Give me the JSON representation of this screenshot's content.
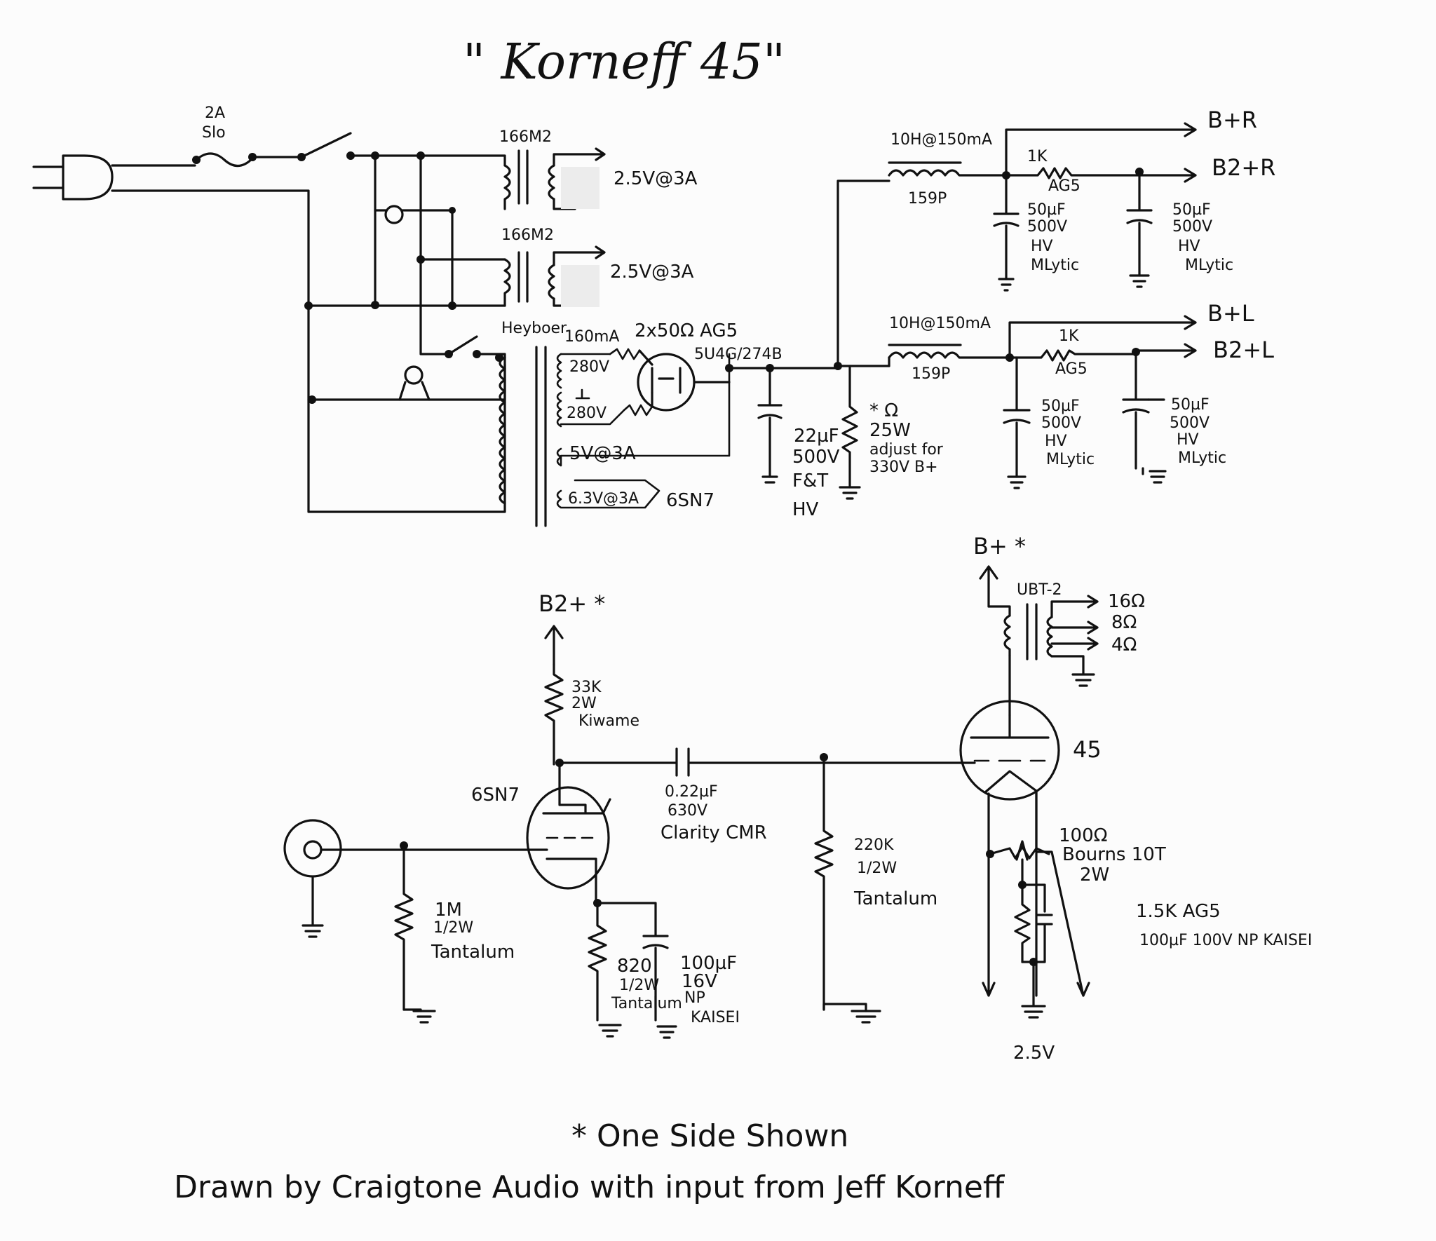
{
  "title": "\" Korneff 45\"",
  "power_supply": {
    "fuse": [
      "2A",
      "Slo"
    ],
    "filament_xfmr_1": {
      "part": "166M2",
      "output": "2.5V@3A"
    },
    "filament_xfmr_2": {
      "part": "166M2",
      "output": "2.5V@3A"
    },
    "power_xfmr": {
      "brand": "Heyboer",
      "rating": "160mA",
      "secondaries": [
        "280V",
        "280V",
        "5V@3A",
        "6.3V@3A"
      ],
      "heater_load": "6SN7"
    },
    "rectifier": {
      "resistors": "2x50Ω AG5",
      "tube": "5U4G/274B"
    },
    "first_cap": [
      "22µF",
      "500V",
      "F&T",
      "HV"
    ],
    "bleeder": [
      "* Ω",
      "25W",
      "adjust for",
      "330V B+"
    ],
    "right_channel": {
      "choke_rating": "10H@150mA",
      "choke_part": "159P",
      "cap1": [
        "50µF",
        "500V",
        "HV",
        "MLytic"
      ],
      "resistor": [
        "1K",
        "AG5"
      ],
      "cap2": [
        "50µF",
        "500V",
        "HV",
        "MLytic"
      ],
      "outputs": [
        "B+R",
        "B2+R"
      ]
    },
    "left_channel": {
      "choke_rating": "10H@150mA",
      "choke_part": "159P",
      "cap1": [
        "50µF",
        "500V",
        "HV",
        "MLytic"
      ],
      "resistor": [
        "1K",
        "AG5"
      ],
      "cap2": [
        "50µF",
        "500V",
        "HV",
        "MLytic"
      ],
      "outputs": [
        "B+L",
        "B2+L"
      ]
    }
  },
  "amplifier": {
    "b2_supply": "B2+ *",
    "b_supply": "B+ *",
    "plate_resistor": [
      "33K",
      "2W",
      "Kiwame"
    ],
    "driver_tube": "6SN7",
    "grid_resistor": [
      "1M",
      "1/2W",
      "Tantalum"
    ],
    "cathode_resistor": [
      "820",
      "1/2W",
      "Tantalum"
    ],
    "cathode_cap": [
      "100µF",
      "16V",
      "NP",
      "KAISEI"
    ],
    "coupling_cap": [
      "0.22µF",
      "630V",
      "Clarity CMR"
    ],
    "output_grid_resistor": [
      "220K",
      "1/2W",
      "Tantalum"
    ],
    "output_xfmr": {
      "part": "UBT-2",
      "taps": [
        "16Ω",
        "8Ω",
        "4Ω"
      ]
    },
    "output_tube": "45",
    "hum_pot": [
      "100Ω",
      "Bourns 10T",
      "2W"
    ],
    "bias_parts": [
      "1.5K AG5",
      "100µF 100V NP KAISEI"
    ],
    "filament_voltage": "2.5V"
  },
  "footer": {
    "note": "* One Side Shown",
    "credit": "Drawn by Craigtone Audio with input from Jeff Korneff"
  }
}
